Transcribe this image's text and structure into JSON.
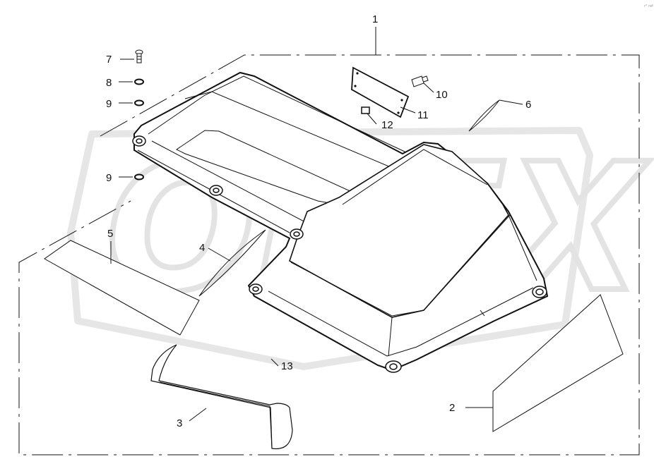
{
  "corner_mark": "r° ref",
  "watermark": {
    "text": "OPEX",
    "color": "#e9e9e9"
  },
  "callouts": [
    {
      "id": "callout-1",
      "label": "1"
    },
    {
      "id": "callout-2",
      "label": "2"
    },
    {
      "id": "callout-3",
      "label": "3"
    },
    {
      "id": "callout-4",
      "label": "4"
    },
    {
      "id": "callout-5",
      "label": "5"
    },
    {
      "id": "callout-6",
      "label": "6"
    },
    {
      "id": "callout-7",
      "label": "7"
    },
    {
      "id": "callout-8",
      "label": "8"
    },
    {
      "id": "callout-9a",
      "label": "9"
    },
    {
      "id": "callout-9b",
      "label": "9"
    },
    {
      "id": "callout-10",
      "label": "10"
    },
    {
      "id": "callout-11",
      "label": "11"
    },
    {
      "id": "callout-12",
      "label": "12"
    },
    {
      "id": "callout-13",
      "label": "13"
    }
  ],
  "colors": {
    "line": "#111111",
    "fill": "#ffffff",
    "watermark": "#e9e9e9"
  }
}
